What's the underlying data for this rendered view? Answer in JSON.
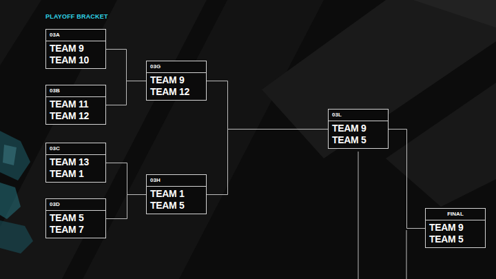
{
  "diagram": {
    "title": "PLAYOFF BRACKET",
    "nodes": [
      {
        "text": [
          "03A",
          "TEAM 9",
          "TEAM 10"
        ]
      },
      {
        "text": [
          "03B",
          "TEAM 11",
          "TEAM 12"
        ]
      },
      {
        "text": [
          "03C",
          "TEAM 13",
          "TEAM 1"
        ]
      },
      {
        "text": [
          "03D",
          "TEAM 5",
          "TEAM 7"
        ]
      },
      {
        "text": [
          "03G",
          "TEAM 9",
          "TEAM 12"
        ]
      },
      {
        "text": [
          "03H",
          "TEAM 1",
          "TEAM 5"
        ]
      },
      {
        "text": [
          "03L",
          "TEAM 9",
          "TEAM 5"
        ]
      },
      {
        "text": [
          "FINAL",
          "TEAM 9",
          "TEAM 5"
        ]
      }
    ],
    "edges": [
      {
        "from": 0,
        "to": 4,
        "arrow": "none"
      },
      {
        "from": 1,
        "to": 4,
        "arrow": "none"
      },
      {
        "from": 2,
        "to": 5,
        "arrow": "none"
      },
      {
        "from": 3,
        "to": 5,
        "arrow": "none"
      },
      {
        "from": 4,
        "to": 6,
        "arrow": "none"
      },
      {
        "from": 5,
        "to": 6,
        "arrow": "none"
      },
      {
        "from": 6,
        "to": 7,
        "arrow": "none"
      }
    ]
  }
}
